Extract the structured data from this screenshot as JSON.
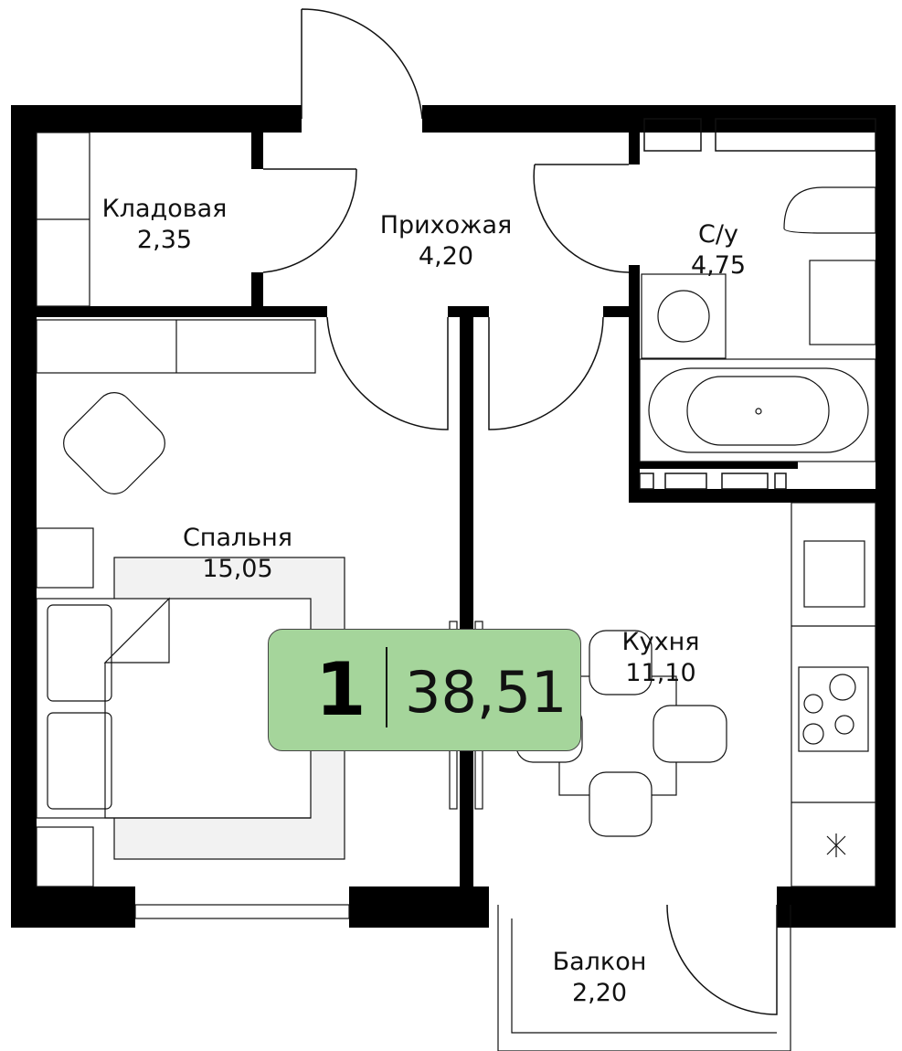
{
  "rooms": [
    {
      "name": "Кладовая",
      "area": "2,35"
    },
    {
      "name": "Прихожая",
      "area": "4,20"
    },
    {
      "name": "С/у",
      "area": "4,75"
    },
    {
      "name": "Спальня",
      "area": "15,05"
    },
    {
      "name": "Кухня",
      "area": "11,10"
    },
    {
      "name": "Балкон",
      "area": "2,20"
    }
  ],
  "badge": {
    "rooms_count": "1",
    "total_area": "38,51",
    "color": "#a5d59b"
  }
}
